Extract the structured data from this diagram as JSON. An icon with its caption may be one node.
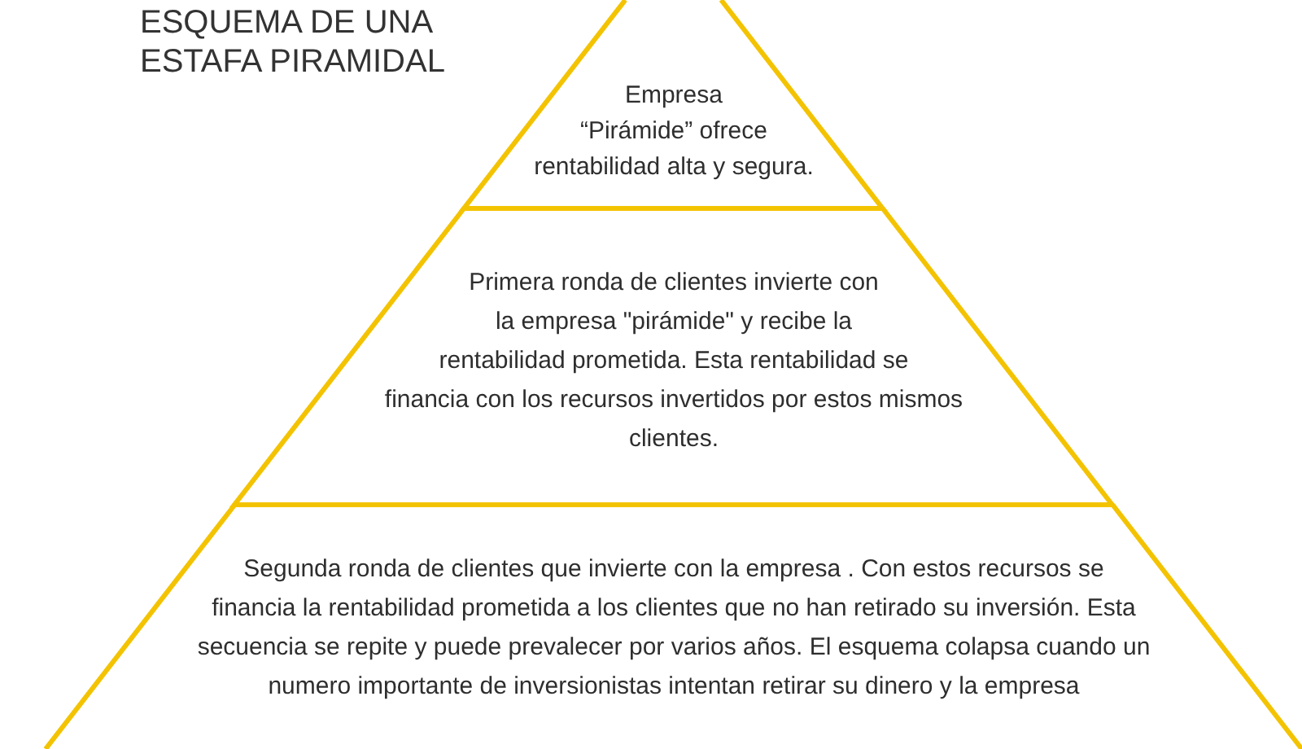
{
  "diagram": {
    "title": "ESQUEMA DE UNA ESTAFA PIRAMIDAL",
    "nodes": [
      {
        "text": [
          "Empresa “Pirámide” ofrece rentabilidad alta y segura."
        ]
      },
      {
        "text": [
          "Primera ronda de clientes invierte con la empresa \"pirámide\" y recibe la rentabilidad prometida. Esta rentabilidad se financia con los recursos invertidos por estos mismos clientes."
        ]
      },
      {
        "text": [
          "Segunda ronda de clientes que invierte con la empresa . Con estos recursos se financia la rentabilidad prometida a los clientes que no han retirado su inversión. Esta secuencia se repite y puede prevalecer por varios años. El esquema colapsa cuando un numero importante de inversionistas intentan retirar su dinero y la empresa"
        ]
      }
    ]
  }
}
